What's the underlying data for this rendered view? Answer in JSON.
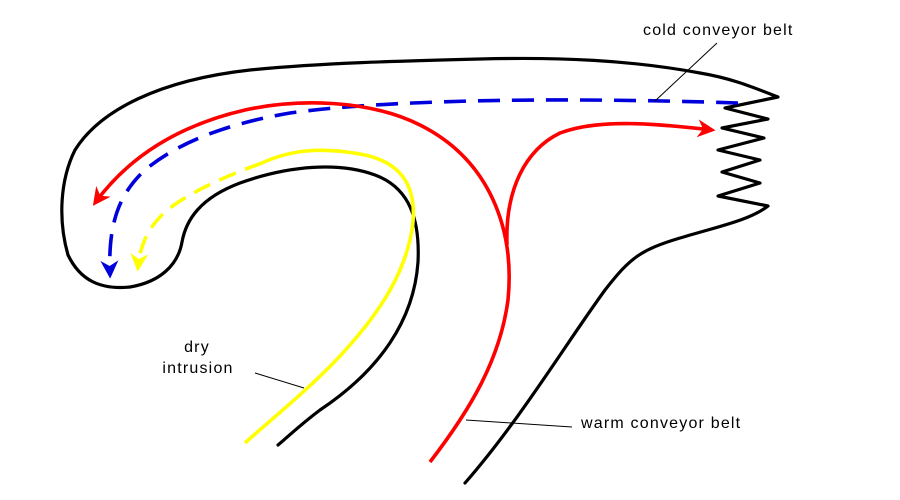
{
  "labels": {
    "cold_conveyor_belt": "cold conveyor belt",
    "warm_conveyor_belt": "warm conveyor belt",
    "dry_intrusion_line1": "dry",
    "dry_intrusion_line2": "intrusion"
  },
  "colors": {
    "background": "#ffffff",
    "outline": "#000000",
    "warm_conveyor_belt": "#ff0000",
    "cold_conveyor_belt": "#0000dd",
    "dry_intrusion": "#ffff00"
  }
}
